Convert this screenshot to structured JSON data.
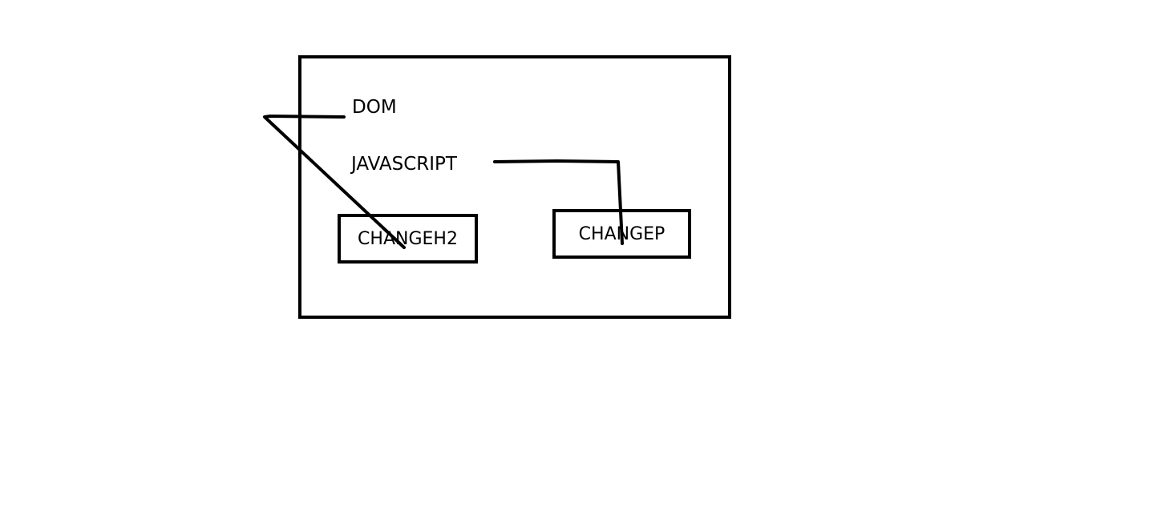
{
  "diagram": {
    "labels": {
      "dom": "DOM",
      "javascript": "JAVASCRIPT"
    },
    "buttons": {
      "change_h2": "CHANGEH2",
      "change_p": "CHANGEP"
    },
    "stroke_color": "#000000",
    "background_color": "#ffffff"
  }
}
